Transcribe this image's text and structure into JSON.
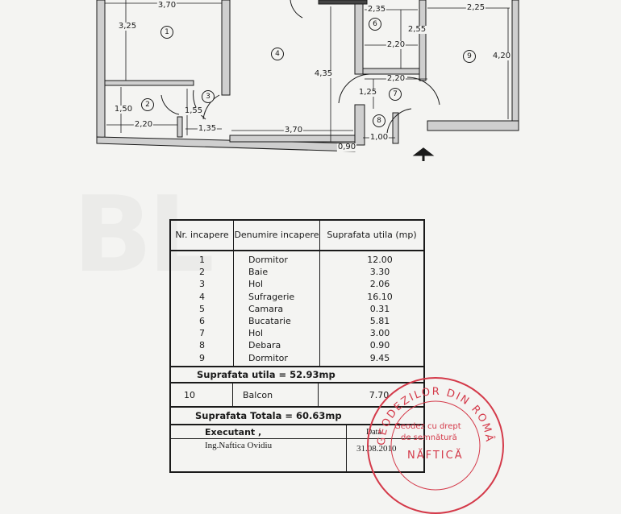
{
  "plan": {
    "dimensions": [
      "3,70",
      "3,25",
      "4,35",
      "1,50",
      "2,20",
      "1,55",
      "1,35",
      "3,70",
      "0,90",
      "1,00",
      "1,25",
      "2,20",
      "2,20",
      "2,35",
      "2,55",
      "2,25",
      "4,20"
    ],
    "room_numbers": [
      "1",
      "2",
      "3",
      "4",
      "6",
      "7",
      "8",
      "9"
    ]
  },
  "table": {
    "headers": [
      "Nr. incapere",
      "Denumire incapere",
      "Suprafata utila (mp)"
    ],
    "rows": [
      {
        "nr": "1",
        "name": "Dormitor",
        "area": "12.00"
      },
      {
        "nr": "2",
        "name": "Baie",
        "area": "3.30"
      },
      {
        "nr": "3",
        "name": "Hol",
        "area": "2.06"
      },
      {
        "nr": "4",
        "name": "Sufragerie",
        "area": "16.10"
      },
      {
        "nr": "5",
        "name": "Camara",
        "area": "0.31"
      },
      {
        "nr": "6",
        "name": "Bucatarie",
        "area": "5.81"
      },
      {
        "nr": "7",
        "name": "Hol",
        "area": "3.00"
      },
      {
        "nr": "8",
        "name": "Debara",
        "area": "0.90"
      },
      {
        "nr": "9",
        "name": "Dormitor",
        "area": "9.45"
      }
    ],
    "useful_total": "Suprafata utila = 52.93mp",
    "balcony": {
      "nr": "10",
      "name": "Balcon",
      "area": "7.70"
    },
    "grand_total": "Suprafata Totala = 60.63mp",
    "executant_label": "Executant ,",
    "date_label": "Data",
    "executant_name": "Ing.Naftica Ovidiu",
    "date": "31.08.2010"
  },
  "stamp": {
    "ring_text": "GEODEZILOR DIN ROMÂNIA",
    "line1": "Geodez cu drept",
    "line2": "de semnătură",
    "name": "NĂFTICĂ"
  },
  "colors": {
    "ink": "#1a1a1a",
    "stamp": "#d43a4a",
    "paper": "#f4f4f2"
  }
}
